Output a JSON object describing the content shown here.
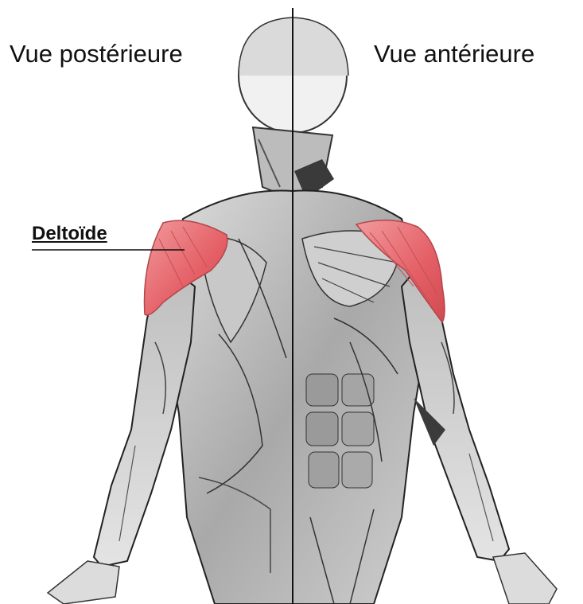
{
  "labels": {
    "posterior_view": "Vue postérieure",
    "anterior_view": "Vue antérieure",
    "muscle": "Deltoïde"
  },
  "colors": {
    "highlight": "#e8686e",
    "skin_light": "#e2e2e2",
    "skin_mid": "#b9b9b9",
    "skin_dark": "#8a8a8a",
    "outline": "#222222"
  }
}
